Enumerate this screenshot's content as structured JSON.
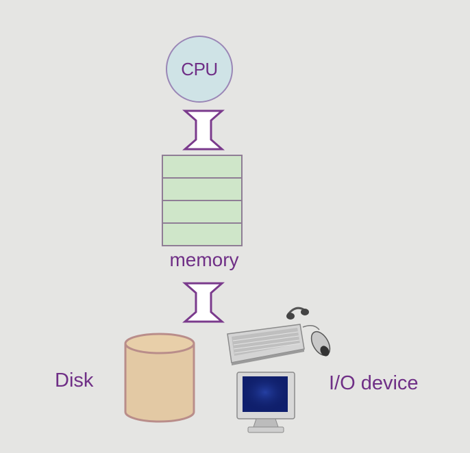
{
  "cpu": {
    "label": "CPU"
  },
  "memory": {
    "label": "memory",
    "rows": 4
  },
  "disk": {
    "label": "Disk"
  },
  "io_device": {
    "label": "I/O device"
  },
  "icons": [
    "double-arrow-icon",
    "disk-cylinder-icon",
    "keyboard-icon",
    "mouse-icon",
    "monitor-icon"
  ],
  "colors": {
    "text": "#6f2f86",
    "cpu_fill": "#cfe3e6",
    "memory_fill": "#cfe6c9",
    "disk_fill": "#e3c9a4",
    "background": "#e5e5e3"
  }
}
